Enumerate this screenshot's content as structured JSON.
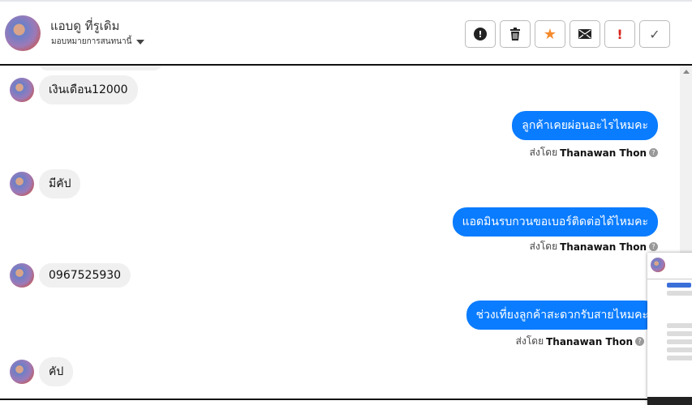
{
  "header": {
    "name": "แอบดู ที่รูเดิม",
    "assign": "มอบหมายการสนทนานี้",
    "buttons": [
      {
        "name": "spam",
        "glyph": "!"
      },
      {
        "name": "delete",
        "glyph": "🗑"
      },
      {
        "name": "star",
        "glyph": "★"
      },
      {
        "name": "unread",
        "glyph": "✉"
      },
      {
        "name": "important",
        "glyph": "!"
      },
      {
        "name": "done",
        "glyph": "✓"
      }
    ]
  },
  "colors": {
    "accent": "#0a7cff",
    "star": "#f58a2c",
    "important": "#d9241c"
  },
  "messages": [
    {
      "dir": "in",
      "text": "เงินเดือน12000"
    },
    {
      "dir": "out",
      "text": "ลูกค้าเคยผ่อนอะไรไหมคะ",
      "sent_prefix": "ส่งโดย",
      "sender": "Thanawan Thon"
    },
    {
      "dir": "in",
      "text": "มีคัป"
    },
    {
      "dir": "out",
      "text": "แอดมินรบกวนขอเบอร์ติดต่อได้ไหมคะ",
      "sent_prefix": "ส่งโดย",
      "sender": "Thanawan Thon"
    },
    {
      "dir": "in",
      "text": "0967525930"
    },
    {
      "dir": "out",
      "text": "ช่วงเที่ยงลูกค้าสะดวกรับสายไหมคะ",
      "sent_prefix": "ส่งโดย",
      "sender": "Thanawan Thon"
    },
    {
      "dir": "in",
      "text": "คัป"
    }
  ]
}
